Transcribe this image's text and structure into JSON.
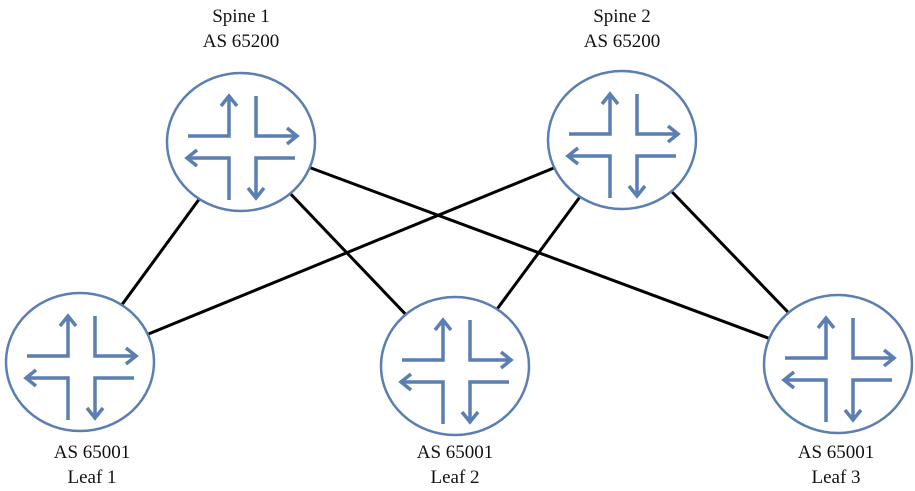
{
  "colors": {
    "router": "#5a7fb0",
    "link": "#000000"
  },
  "nodes": [
    {
      "id": "spine1",
      "name": "Spine 1",
      "as": "AS 65200",
      "icon": "router-icon"
    },
    {
      "id": "spine2",
      "name": "Spine 2",
      "as": "AS 65200",
      "icon": "router-icon"
    },
    {
      "id": "leaf1",
      "name": "Leaf 1",
      "as": "AS 65001",
      "icon": "router-icon"
    },
    {
      "id": "leaf2",
      "name": "Leaf 2",
      "as": "AS 65001",
      "icon": "router-icon"
    },
    {
      "id": "leaf3",
      "name": "Leaf 3",
      "as": "AS 65001",
      "icon": "router-icon"
    }
  ],
  "links": [
    [
      "spine1",
      "leaf1"
    ],
    [
      "spine1",
      "leaf2"
    ],
    [
      "spine1",
      "leaf3"
    ],
    [
      "spine2",
      "leaf1"
    ],
    [
      "spine2",
      "leaf2"
    ],
    [
      "spine2",
      "leaf3"
    ]
  ]
}
